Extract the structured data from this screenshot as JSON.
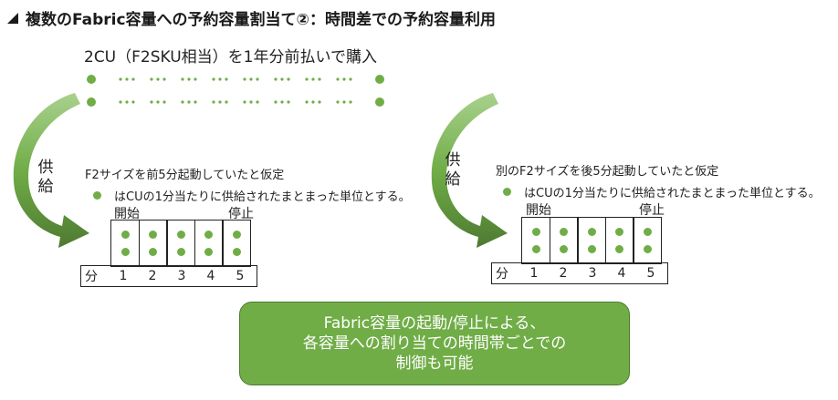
{
  "title": "複数のFabric容量への予約容量割当て②：時間差での予約容量利用",
  "purchase_text": "2CU（F2SKU相当）を1年分前払いで購入",
  "left": {
    "supply_label": [
      "供",
      "給"
    ],
    "heading": "F2サイズを前5分起動していたと仮定",
    "bullet": "はCUの1分当たりに供給されたまとまった単位とする。",
    "start_label": "開始",
    "stop_label": "停止",
    "minute_unit": "分",
    "minutes": [
      "1",
      "2",
      "3",
      "4",
      "5"
    ]
  },
  "right": {
    "supply_label": [
      "供",
      "給"
    ],
    "heading": "別のF2サイズを後5分起動していたと仮定",
    "bullet": "はCUの1分当たりに供給されたまとまった単位とする。",
    "start_label": "開始",
    "stop_label": "停止",
    "minute_unit": "分",
    "minutes": [
      "1",
      "2",
      "3",
      "4",
      "5"
    ]
  },
  "callout": {
    "line1": "Fabric容量の起動/停止による、",
    "line2": "各容量への割り当ての時間帯ごとでの",
    "line3": "制御も可能"
  },
  "colors": {
    "accent_green": "#70ad47",
    "arrow_dark": "#4e7a31",
    "arrow_light": "#a9d18e"
  }
}
